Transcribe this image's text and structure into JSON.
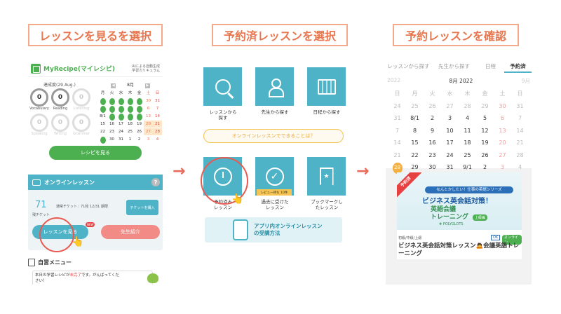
{
  "steps": {
    "step1": "レッスンを見るを選択",
    "step2": "予約済レッスンを選択",
    "step3": "予約レッスンを確認"
  },
  "colors": {
    "accent_orange": "#e8774f",
    "teal": "#4fb3c8",
    "green": "#4caf50",
    "red": "#e85a50"
  },
  "p1": {
    "app_title": "MyRecipe(マイレシピ)",
    "app_sub1": "AIによる自動生成",
    "app_sub2": "学習カリキュラム",
    "rate_label": "達成度(29 Aug.)",
    "skills": [
      {
        "value": "0",
        "label": "Vocabulary"
      },
      {
        "value": "0",
        "label": "Reading"
      },
      {
        "value": "0",
        "label": "Listening"
      },
      {
        "value": "0",
        "label": "Speaking"
      },
      {
        "value": "0",
        "label": "Writing"
      },
      {
        "value": "0",
        "label": "Grammar"
      }
    ],
    "mini_month": "8月",
    "mini_days": [
      "月",
      "火",
      "水",
      "木",
      "金",
      "土",
      "日"
    ],
    "mini_rows": [
      [
        "",
        "",
        "",
        "",
        "",
        "30",
        "31"
      ],
      [
        "",
        "",
        "",
        "",
        "",
        "6",
        "7"
      ],
      [
        "8/1",
        "",
        "",
        "",
        "",
        "13",
        "14"
      ],
      [
        "15",
        "16",
        "17",
        "18",
        "19",
        "20",
        "21"
      ],
      [
        "22",
        "23",
        "24",
        "25",
        "26",
        "27",
        "28"
      ],
      [
        "",
        "30",
        "31",
        "1",
        "2",
        "3",
        "4"
      ]
    ],
    "view_recipe_btn": "レシピを見る",
    "online_title": "オンラインレッスン",
    "help_icon": "?",
    "tickets_count": "71",
    "tickets_label": "残チケット",
    "tickets_info": "通常チケット：71枚 12/31 期限",
    "buy_btn": "チケットを購入",
    "view_lessons_btn": "レッスンを見る",
    "new_badge": "NEW",
    "teacher_btn": "先生紹介",
    "study_menu": "自習メニュー",
    "study_msg_pre": "本日の学習レシピが",
    "study_msg_hl": "未完了",
    "study_msg_post": "です。がんばってくだ",
    "study_msg_line2": "さい！"
  },
  "p2": {
    "tiles": [
      {
        "label": "レッスンから\n探す"
      },
      {
        "label": "先生から探す"
      },
      {
        "label": "日程から探す"
      },
      {
        "label": "予約済み\nレッスン"
      },
      {
        "label": "過去に受けた\nレッスン"
      },
      {
        "label": "ブックマークし\nたレッスン"
      }
    ],
    "online_pill": "オンラインレッスンでできることは？",
    "review_badge": "レビュー待ち 10件",
    "banner_line1": "アプリ内オンラインレッスン",
    "banner_line2": "の受講方法"
  },
  "p3": {
    "tabs": [
      "レッスンから探す",
      "先生から探す",
      "日程",
      "予約済"
    ],
    "cal_prev": "2022",
    "cal_month": "8月 2022",
    "cal_next": "9月",
    "cal_days": [
      "日",
      "月",
      "火",
      "水",
      "木",
      "金",
      "土",
      "日"
    ],
    "cal_rows": [
      [
        "24",
        "25",
        "26",
        "27",
        "28",
        "29",
        "30",
        "31"
      ],
      [
        "31",
        "8/1",
        "2",
        "3",
        "4",
        "5",
        "6",
        "7"
      ],
      [
        "7",
        "8",
        "9",
        "10",
        "11",
        "12",
        "13",
        "14"
      ],
      [
        "14",
        "15",
        "16",
        "17",
        "18",
        "19",
        "20",
        "21"
      ],
      [
        "21",
        "22",
        "23",
        "24",
        "25",
        "26",
        "27",
        "28"
      ],
      [
        "28",
        "29",
        "30",
        "31",
        "9/1",
        "2",
        "3",
        "4"
      ]
    ],
    "card_ribbon": "予約済",
    "card_top": "なんとかしたい！仕事の英語シリーズ",
    "card_big": "ビジネス英会話対策！",
    "card_mid1": "英語会議",
    "card_mid2": "トレーニング",
    "card_level": "上級編",
    "card_brand": "POLYGLOTS",
    "tag_level": "初級/中級/上級",
    "tag_ok": "OK",
    "tag_online": "オンライン",
    "card_title": "ビジネス英会話対策レッスン🙇会議英語トレーニング"
  }
}
